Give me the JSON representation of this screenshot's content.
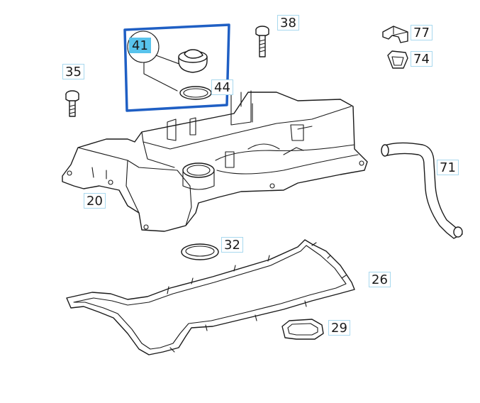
{
  "diagram": {
    "selection_color": "#1f5fc4",
    "highlight_color": "#58c3ec",
    "labels": [
      {
        "key": "41",
        "text": "41"
      },
      {
        "key": "44",
        "text": "44"
      },
      {
        "key": "38",
        "text": "38"
      },
      {
        "key": "77",
        "text": "77"
      },
      {
        "key": "74",
        "text": "74"
      },
      {
        "key": "35",
        "text": "35"
      },
      {
        "key": "71",
        "text": "71"
      },
      {
        "key": "20",
        "text": "20"
      },
      {
        "key": "32",
        "text": "32"
      },
      {
        "key": "26",
        "text": "26"
      },
      {
        "key": "29",
        "text": "29"
      }
    ]
  }
}
